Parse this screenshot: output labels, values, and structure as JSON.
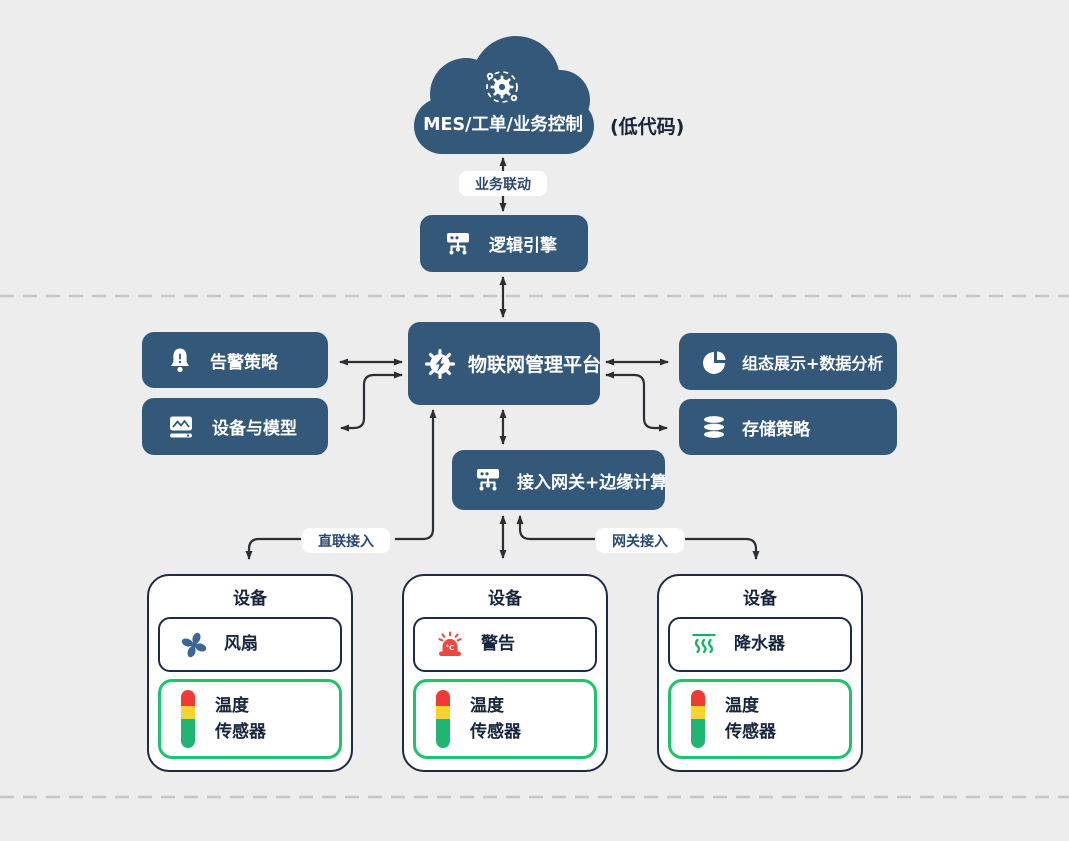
{
  "colors": {
    "bg": "#ededed",
    "box_blue": "#33587a",
    "card_border": "#1d2b45",
    "text_navy": "#17263c",
    "label_navy": "#2b4a6f",
    "arrow": "#2b2f33",
    "dash": "#c6c6c6",
    "sensor_green": "#1ec36b",
    "fan_blue": "#3c6795",
    "alarm_red": "#f2453d",
    "steam_green": "#17b26a",
    "tower_red": "#ee3b33",
    "tower_yellow": "#f6d32d",
    "tower_green": "#21b573"
  },
  "diagram": {
    "cloud": {
      "label": "MES/工单/业务控制",
      "side_note": "(低代码)",
      "icon": "gears-automation-icon"
    },
    "link_labels": {
      "business": "业务联动",
      "direct": "直联接入",
      "gateway": "网关接入"
    },
    "nodes": {
      "logic_engine": {
        "label": "逻辑引擎",
        "icon": "flow-controller-icon"
      },
      "platform": {
        "label": "物联网管理平台",
        "icon": "chip-gear-icon"
      },
      "alarm_policy": {
        "label": "告警策略",
        "icon": "alarm-bell-icon"
      },
      "device_model": {
        "label": "设备与模型",
        "icon": "device-screen-icon"
      },
      "dashboard": {
        "label": "组态展示+数据分析",
        "icon": "pie-chart-icon"
      },
      "storage": {
        "label": "存储策略",
        "icon": "database-icon"
      },
      "gateway": {
        "label": "接入网关+边缘计算",
        "icon": "flow-controller-icon"
      }
    },
    "devices": [
      {
        "title": "设备",
        "actuator": {
          "label": "风扇",
          "icon": "fan-icon"
        },
        "sensor": {
          "line1": "温度",
          "line2": "传感器",
          "icon": "tower-light-icon"
        }
      },
      {
        "title": "设备",
        "actuator": {
          "label": "警告",
          "icon": "alarm-light-icon",
          "icon_text": "°C"
        },
        "sensor": {
          "line1": "温度",
          "line2": "传感器",
          "icon": "tower-light-icon"
        }
      },
      {
        "title": "设备",
        "actuator": {
          "label": "降水器",
          "icon": "steam-icon"
        },
        "sensor": {
          "line1": "温度",
          "line2": "传感器",
          "icon": "tower-light-icon"
        }
      }
    ]
  }
}
